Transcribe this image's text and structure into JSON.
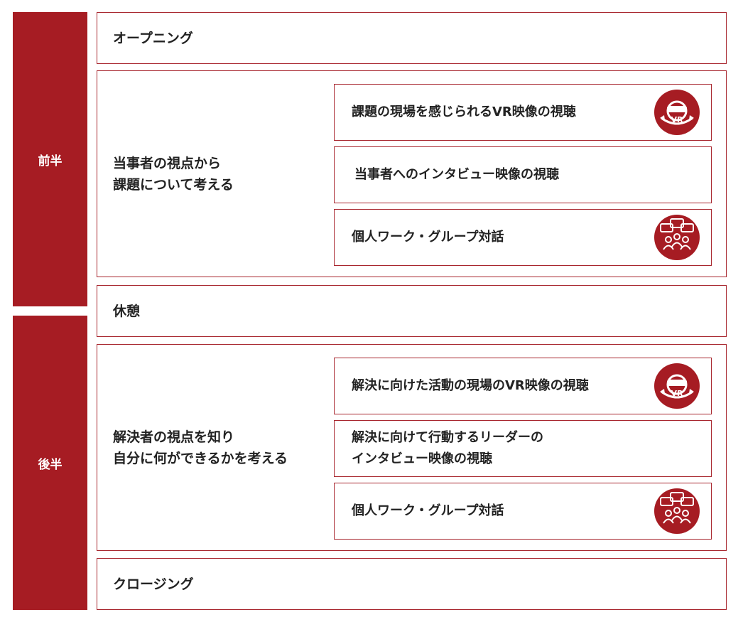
{
  "colors": {
    "accent": "#a61c23",
    "border": "#a8262e",
    "text": "#222222"
  },
  "phases": {
    "first": "前半",
    "second": "後半"
  },
  "rows": {
    "opening": "オープニング",
    "block1": {
      "label_line1": "当事者の視点から",
      "label_line2": "課題について考える",
      "items": [
        {
          "label": "課題の現場を感じられるVR映像の視聴",
          "icon": "vr-icon"
        },
        {
          "label": "当事者へのインタビュー映像の視聴",
          "icon": ""
        },
        {
          "label": "個人ワーク・グループ対話",
          "icon": "group-dialogue-icon"
        }
      ]
    },
    "break": "休憩",
    "block2": {
      "label_line1": "解決者の視点を知り",
      "label_line2": "自分に何ができるかを考える",
      "items": [
        {
          "label": "解決に向けた活動の現場のVR映像の視聴",
          "icon": "vr-icon"
        },
        {
          "label_line1": "解決に向けて行動するリーダーの",
          "label_line2": "インタビュー映像の視聴",
          "icon": ""
        },
        {
          "label": "個人ワーク・グループ対話",
          "icon": "group-dialogue-icon"
        }
      ]
    },
    "closing": "クロージング"
  },
  "icon_text": {
    "vr": "VR"
  }
}
